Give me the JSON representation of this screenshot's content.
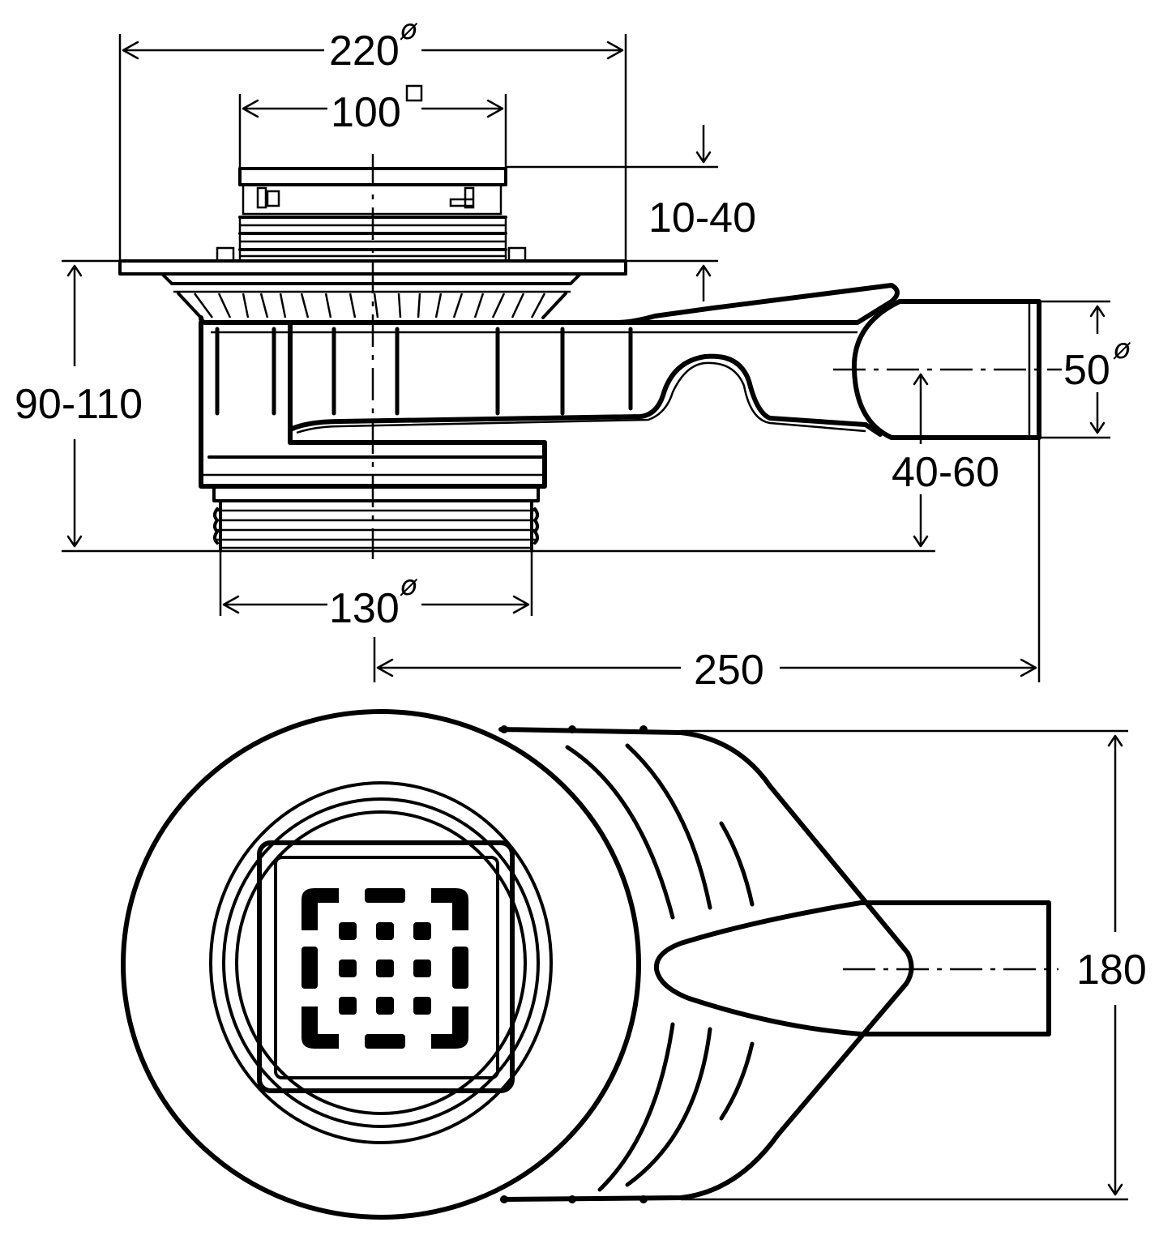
{
  "dimensions": {
    "width_220": {
      "value": "220",
      "symbol": "ø"
    },
    "width_100": {
      "value": "100",
      "symbol": "□"
    },
    "height_10_40": {
      "value": "10-40"
    },
    "height_90_110": {
      "value": "90-110"
    },
    "outlet_50": {
      "value": "50",
      "symbol": "ø"
    },
    "height_40_60": {
      "value": "40-60"
    },
    "width_130": {
      "value": "130",
      "symbol": "ø"
    },
    "length_250": {
      "value": "250"
    },
    "width_180": {
      "value": "180"
    }
  }
}
